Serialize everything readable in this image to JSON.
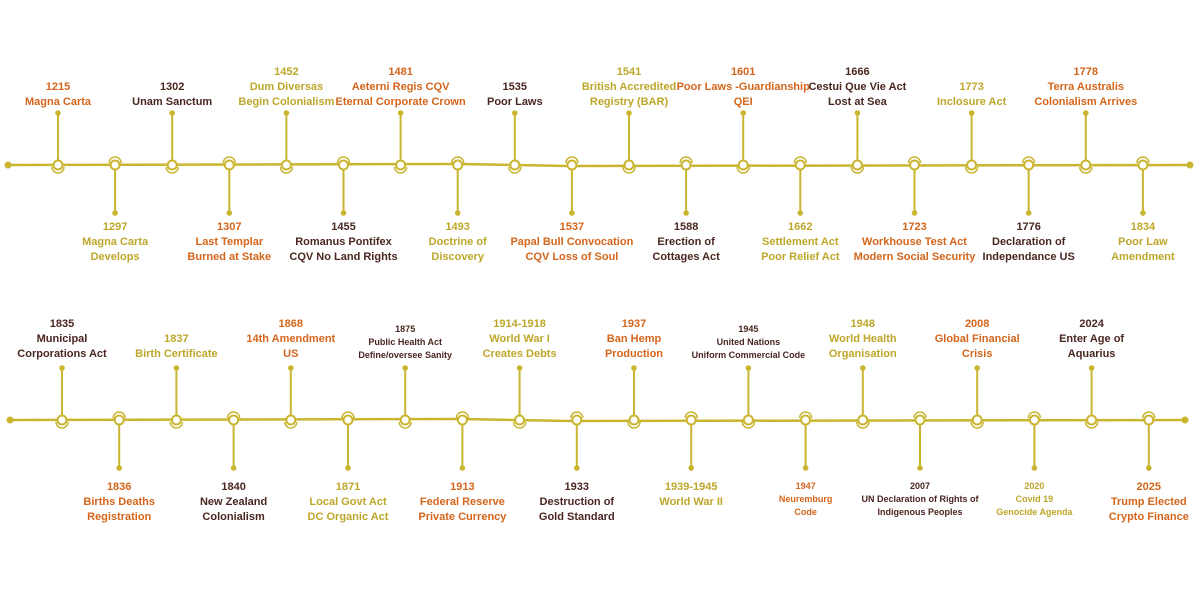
{
  "colors": {
    "line": "#c9b52f",
    "orange": "#d4651b",
    "dark": "#4a2621",
    "gold": "#bda72a",
    "background": "#ffffff"
  },
  "rows": [
    {
      "events": [
        {
          "year": "1215",
          "lines": [
            "Magna Carta"
          ],
          "color": "orange"
        },
        {
          "year": "1297",
          "lines": [
            "Magna Carta",
            "Develops"
          ],
          "color": "gold"
        },
        {
          "year": "1302",
          "lines": [
            "Unam Sanctum"
          ],
          "color": "dark"
        },
        {
          "year": "1307",
          "lines": [
            "Last Templar",
            "Burned at Stake"
          ],
          "color": "orange"
        },
        {
          "year": "1452",
          "lines": [
            "Dum Diversas",
            "Begin Colonialism"
          ],
          "color": "gold"
        },
        {
          "year": "1455",
          "lines": [
            "Romanus Pontifex",
            "CQV No Land Rights"
          ],
          "color": "dark"
        },
        {
          "year": "1481",
          "lines": [
            "Aeterni Regis CQV",
            "Eternal Corporate Crown"
          ],
          "color": "orange"
        },
        {
          "year": "1493",
          "lines": [
            "Doctrine of",
            "Discovery"
          ],
          "color": "gold"
        },
        {
          "year": "1535",
          "lines": [
            "Poor Laws"
          ],
          "color": "dark"
        },
        {
          "year": "1537",
          "lines": [
            "Papal Bull Convocation",
            "CQV Loss of Soul"
          ],
          "color": "orange"
        },
        {
          "year": "1541",
          "lines": [
            "British Accredited",
            "Registry (BAR)"
          ],
          "color": "gold"
        },
        {
          "year": "1588",
          "lines": [
            "Erection of",
            "Cottages Act"
          ],
          "color": "dark"
        },
        {
          "year": "1601",
          "lines": [
            "Poor Laws -Guardianship",
            "QEI"
          ],
          "color": "orange"
        },
        {
          "year": "1662",
          "lines": [
            "Settlement Act",
            "Poor Relief Act"
          ],
          "color": "gold"
        },
        {
          "year": "1666",
          "lines": [
            "Cestui Que Vie Act",
            "Lost at Sea"
          ],
          "color": "dark"
        },
        {
          "year": "1723",
          "lines": [
            "Workhouse Test Act",
            "Modern Social Security"
          ],
          "color": "orange"
        },
        {
          "year": "1773",
          "lines": [
            "Inclosure Act"
          ],
          "color": "gold"
        },
        {
          "year": "1776",
          "lines": [
            "Declaration of",
            "Independance US"
          ],
          "color": "dark"
        },
        {
          "year": "1778",
          "lines": [
            "Terra Australis",
            "Colonialism Arrives"
          ],
          "color": "orange"
        },
        {
          "year": "1834",
          "lines": [
            "Poor Law",
            "Amendment"
          ],
          "color": "gold"
        }
      ]
    },
    {
      "events": [
        {
          "year": "1835",
          "lines": [
            "Municipal",
            "Corporations Act"
          ],
          "color": "dark"
        },
        {
          "year": "1836",
          "lines": [
            "Births Deaths",
            "Registration"
          ],
          "color": "orange"
        },
        {
          "year": "1837",
          "lines": [
            "Birth Certificate"
          ],
          "color": "gold"
        },
        {
          "year": "1840",
          "lines": [
            "New Zealand",
            "Colonialism"
          ],
          "color": "dark"
        },
        {
          "year": "1868",
          "lines": [
            "14th Amendment",
            "US"
          ],
          "color": "orange"
        },
        {
          "year": "1871",
          "lines": [
            "Local Govt Act",
            "DC Organic Act"
          ],
          "color": "gold"
        },
        {
          "year": "1875",
          "lines": [
            "Public Health Act",
            "Define/oversee Sanity"
          ],
          "color": "dark",
          "small": true
        },
        {
          "year": "1913",
          "lines": [
            "Federal Reserve",
            "Private Currency"
          ],
          "color": "orange"
        },
        {
          "year": "1914-1918",
          "lines": [
            "World War I",
            "Creates Debts"
          ],
          "color": "gold"
        },
        {
          "year": "1933",
          "lines": [
            "Destruction of",
            "Gold Standard"
          ],
          "color": "dark"
        },
        {
          "year": "1937",
          "lines": [
            "Ban Hemp",
            "Production"
          ],
          "color": "orange"
        },
        {
          "year": "1939-1945",
          "lines": [
            "World War II"
          ],
          "color": "gold"
        },
        {
          "year": "1945",
          "lines": [
            "United Nations",
            "Uniform Commercial Code"
          ],
          "color": "dark",
          "small": true
        },
        {
          "year": "1947",
          "lines": [
            "Neuremburg",
            "Code"
          ],
          "color": "orange",
          "small": true
        },
        {
          "year": "1948",
          "lines": [
            "World Health",
            "Organisation"
          ],
          "color": "gold"
        },
        {
          "year": "2007",
          "lines": [
            "UN Declaration of Rights of",
            "Indigenous Peoples"
          ],
          "color": "dark",
          "small": true
        },
        {
          "year": "2008",
          "lines": [
            "Global Financial",
            "Crisis"
          ],
          "color": "orange"
        },
        {
          "year": "2020",
          "lines": [
            "Covid 19",
            "Genocide Agenda"
          ],
          "color": "gold",
          "small": true
        },
        {
          "year": "2024",
          "lines": [
            "Enter Age of",
            "Aquarius"
          ],
          "color": "dark"
        },
        {
          "year": "2025",
          "lines": [
            "Trump Elected",
            "Crypto Finance"
          ],
          "color": "orange"
        }
      ]
    }
  ]
}
